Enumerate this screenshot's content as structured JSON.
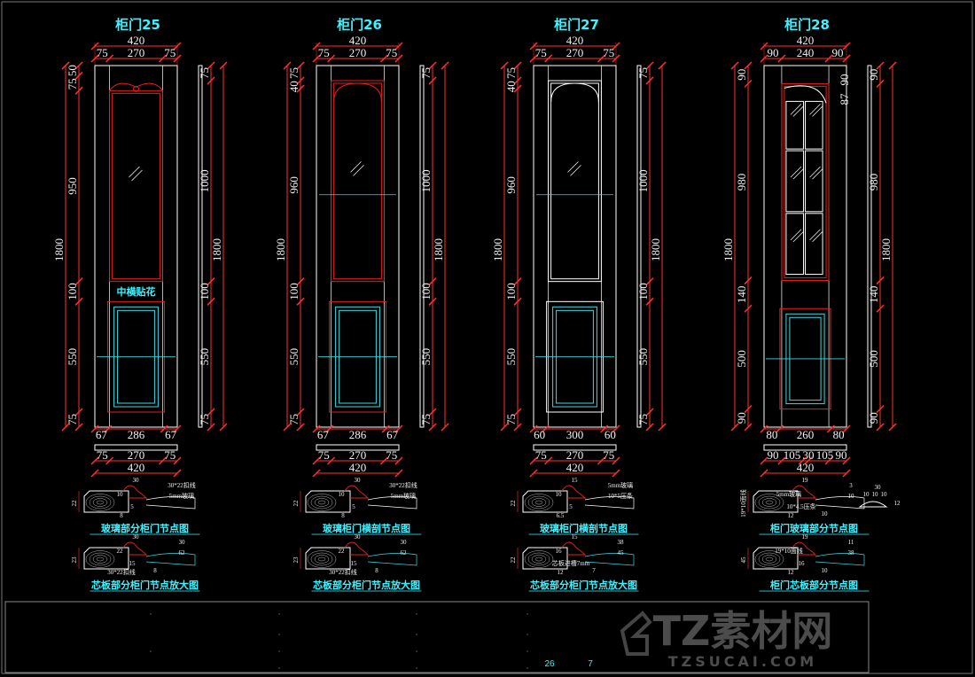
{
  "doors": [
    {
      "title": "柜门25",
      "top": {
        "total": "420",
        "parts": [
          "75",
          "270",
          "75"
        ]
      },
      "left": {
        "total": "1800",
        "parts": [
          "50",
          "75",
          "950",
          "100",
          "550",
          "75"
        ]
      },
      "right": {
        "total": "1800",
        "parts": [
          "75",
          "1000",
          "100",
          "550",
          "75"
        ]
      },
      "bottom": {
        "inner": [
          "67",
          "286",
          "67"
        ],
        "parts": [
          "75",
          "270",
          "75"
        ],
        "total": "420"
      },
      "panel_label": "中横贴花",
      "details": [
        {
          "title": "玻璃部分柜门节点图",
          "notes": [
            "30",
            "30*22扣线",
            "5mm玻璃",
            "22",
            "10",
            "5",
            "8"
          ]
        },
        {
          "title": "芯板部分柜门节点放大图",
          "notes": [
            "30",
            "30",
            "62",
            "23",
            "22",
            "15",
            "30*22扣线",
            "8"
          ]
        }
      ]
    },
    {
      "title": "柜门26",
      "top": {
        "total": "420",
        "parts": [
          "75",
          "270",
          "75"
        ]
      },
      "left": {
        "total": "1800",
        "parts": [
          "75",
          "40",
          "960",
          "100",
          "550",
          "75"
        ]
      },
      "right": {
        "total": "1800",
        "parts": [
          "75",
          "1000",
          "100",
          "550",
          "75"
        ]
      },
      "bottom": {
        "inner": [
          "67",
          "286",
          "67"
        ],
        "parts": [
          "75",
          "270",
          "75"
        ],
        "total": "420"
      },
      "details": [
        {
          "title": "玻璃柜门横剖节点图",
          "notes": [
            "30",
            "30*22扣线",
            "5mm玻璃",
            "22",
            "10",
            "5",
            "8"
          ]
        },
        {
          "title": "芯板部分柜门节点放大图",
          "notes": [
            "30",
            "30",
            "62",
            "23",
            "22",
            "15",
            "30*22扣线",
            "8"
          ]
        }
      ]
    },
    {
      "title": "柜门27",
      "top": {
        "total": "420",
        "parts": [
          "75",
          "270",
          "75"
        ]
      },
      "left": {
        "total": "1800",
        "parts": [
          "75",
          "40",
          "960",
          "100",
          "550",
          "75"
        ]
      },
      "right": {
        "total": "1800",
        "parts": [
          "75",
          "1000",
          "100",
          "550",
          "75"
        ]
      },
      "bottom": {
        "inner": [
          "60",
          "300",
          "60"
        ],
        "parts": [
          "75",
          "270",
          "75"
        ],
        "total": "420"
      },
      "details": [
        {
          "title": "玻璃柜门横剖节点图",
          "notes": [
            "15",
            "5mm玻璃",
            "10*5压条",
            "22",
            "10",
            "5",
            "6.5"
          ]
        },
        {
          "title": "芯板部分柜门节点放大图",
          "notes": [
            "15",
            "38",
            "45",
            "22",
            "16",
            "芯板进槽7mm",
            "12",
            "7"
          ]
        }
      ]
    },
    {
      "title": "柜门28",
      "top": {
        "total": "420",
        "parts": [
          "90",
          "240",
          "90"
        ]
      },
      "left": {
        "total": "1800",
        "parts": [
          "90",
          "980",
          "140",
          "500",
          "90"
        ]
      },
      "right": {
        "total": "1800",
        "parts": [
          "90",
          "980",
          "140",
          "500",
          "90"
        ]
      },
      "right_inner": [
        "90",
        "87"
      ],
      "bottom": {
        "inner": [
          "80",
          "260",
          "80"
        ],
        "parts": [
          "90",
          "105",
          "30",
          "105",
          "90"
        ],
        "total": "420"
      },
      "details": [
        {
          "title": "柜门玻璃部分节点图",
          "notes": [
            "19",
            "3",
            "10",
            "19*10面线",
            "5mm玻璃",
            "10*4.5压条",
            "12",
            "10"
          ]
        },
        {
          "title": "柜门芯板部分节点图",
          "notes": [
            "19",
            "11",
            "38",
            "45",
            "19*10面线",
            "16",
            "12",
            "10"
          ]
        }
      ]
    }
  ],
  "profile_28": {
    "width": "30",
    "parts": [
      "10",
      "10",
      "10"
    ],
    "height": "12"
  },
  "title_block": {
    "values": [
      "26",
      "7"
    ]
  },
  "watermark": {
    "logo": "TZ素材网",
    "url": "TZSUCAI.COM"
  },
  "colors": {
    "background": "#000000",
    "dimension": "#ff3030",
    "title": "#3ff2ff",
    "outline": "#ffffff",
    "panel": "#3fd8e0",
    "decor": "#e02020"
  }
}
